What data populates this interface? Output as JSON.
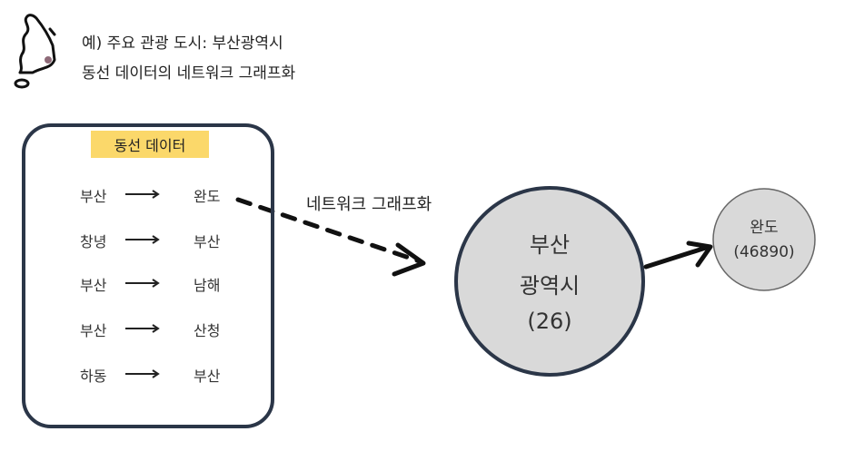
{
  "caption": {
    "line1": "예) 주요 관광 도시: 부산광역시",
    "line2": "동선 데이터의 네트워크 그래프화"
  },
  "panel": {
    "title": "동선 데이터",
    "routes": [
      {
        "from": "부산",
        "to": "완도"
      },
      {
        "from": "창녕",
        "to": "부산"
      },
      {
        "from": "부산",
        "to": "남해"
      },
      {
        "from": "부산",
        "to": "산청"
      },
      {
        "from": "하동",
        "to": "부산"
      }
    ]
  },
  "edge_label": "네트워크 그래프화",
  "nodes": {
    "main": {
      "line1": "부산",
      "line2": "광역시",
      "line3": "(26)",
      "fill": "#d9d9d9"
    },
    "secondary": {
      "line1": "완도",
      "line2": "(46890)",
      "fill": "#d9d9d9"
    }
  },
  "icons": {
    "map": "korea-map-icon"
  },
  "colors": {
    "panel_border": "#2b3648",
    "highlight": "#fbd86a",
    "marker": "#8e6a78"
  }
}
